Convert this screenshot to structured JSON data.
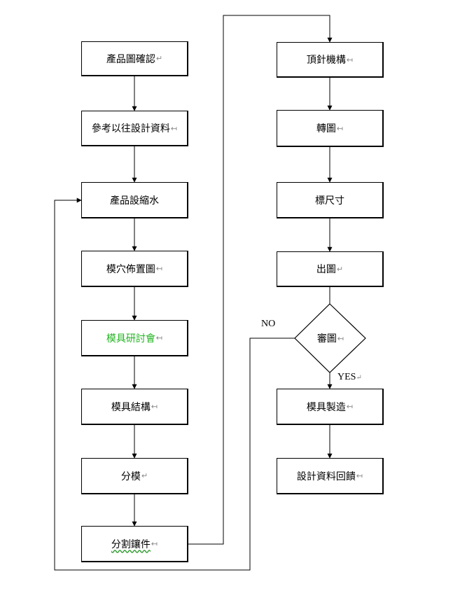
{
  "para_mark": "↵",
  "para_mark_alt": "↤",
  "left_column": [
    {
      "id": "confirm-product-drawing",
      "label": "產品圖確認",
      "mark": "↵"
    },
    {
      "id": "reference-past-design",
      "label": "參考以往設計資料",
      "mark": "↤"
    },
    {
      "id": "product-shrinkage",
      "label": "產品設縮水",
      "mark": ""
    },
    {
      "id": "cavity-layout",
      "label": "模穴佈置圖",
      "mark": "↤"
    },
    {
      "id": "mold-review-meeting",
      "label": "模具研討會",
      "mark": "↤"
    },
    {
      "id": "mold-structure",
      "label": "模具結構",
      "mark": "↤"
    },
    {
      "id": "parting",
      "label": "分模",
      "mark": "↵"
    },
    {
      "id": "split-inserts",
      "label": "分割鑲件",
      "mark": "↤"
    }
  ],
  "right_column": [
    {
      "id": "ejector-mechanism",
      "label": "頂針機構",
      "mark": "↤"
    },
    {
      "id": "transfer-drawing",
      "label": "轉圖",
      "mark": "↤"
    },
    {
      "id": "dimensioning",
      "label": "標尺寸",
      "mark": ""
    },
    {
      "id": "output-drawing",
      "label": "出圖",
      "mark": "↵"
    },
    {
      "id": "mold-manufacturing",
      "label": "模具製造",
      "mark": "↤"
    },
    {
      "id": "design-feedback",
      "label": "設計資料回饋",
      "mark": "↤"
    }
  ],
  "decision": {
    "label": "審圖",
    "mark": "↤"
  },
  "edge_labels": {
    "no": "NO",
    "yes": "YES",
    "yes_mark": "↵"
  },
  "colors": {
    "line": "#000000",
    "highlight_text": "#22b522",
    "paragraph_mark": "#888888"
  }
}
